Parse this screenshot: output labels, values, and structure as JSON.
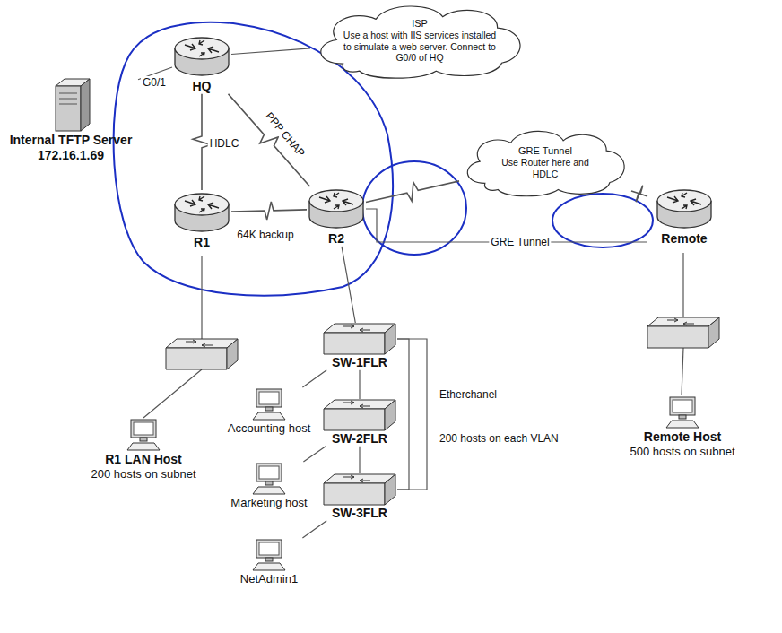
{
  "diagram": {
    "nodes": [
      {
        "text": [
          "Internal TFTP Server",
          "172.16.1.69"
        ]
      },
      {
        "text": [
          "HQ"
        ]
      },
      {
        "text": [
          "ISP",
          "Use a host with IIS services installed to simulate a web server. Connect to G0/0 of HQ"
        ]
      },
      {
        "text": [
          "R1"
        ]
      },
      {
        "text": [
          "R2"
        ]
      },
      {
        "text": [
          "GRE Tunnel",
          "Use Router here and HDLC"
        ]
      },
      {
        "text": [
          "Remote"
        ]
      },
      {
        "text": [
          "SW-1FLR"
        ]
      },
      {
        "text": [
          "SW-2FLR"
        ]
      },
      {
        "text": [
          "SW-3FLR"
        ]
      },
      {
        "text": [
          "Accounting host"
        ]
      },
      {
        "text": [
          "Marketing host"
        ]
      },
      {
        "text": [
          "NetAdmin1"
        ]
      },
      {
        "text": [
          "R1 LAN Host",
          "200 hosts on subnet"
        ]
      },
      {
        "text": [
          "Remote Host",
          "500 hosts on subnet"
        ]
      }
    ],
    "edges": [
      {
        "from": 0,
        "to": 1,
        "label": "G0/1",
        "arrow": "none"
      },
      {
        "from": 1,
        "to": 2,
        "arrow": "none"
      },
      {
        "from": 1,
        "to": 3,
        "label": "HDLC",
        "arrow": "none"
      },
      {
        "from": 1,
        "to": 4,
        "label": "PPP CHAP",
        "arrow": "none"
      },
      {
        "from": 3,
        "to": 4,
        "label": "64K backup",
        "arrow": "none"
      },
      {
        "from": 4,
        "to": 5,
        "arrow": "none"
      },
      {
        "from": 5,
        "to": 6,
        "arrow": "none"
      },
      {
        "from": 4,
        "to": 6,
        "label": "GRE Tunnel",
        "arrow": "none"
      },
      {
        "from": 4,
        "to": 7,
        "arrow": "none"
      },
      {
        "from": 7,
        "to": 8,
        "arrow": "none"
      },
      {
        "from": 8,
        "to": 9,
        "arrow": "none"
      },
      {
        "from": 7,
        "to": 9,
        "label": "Etherchanel",
        "arrow": "none"
      },
      {
        "from": 7,
        "to": 9,
        "arrow": "none"
      },
      {
        "from": 7,
        "to": 10,
        "arrow": "none"
      },
      {
        "from": 8,
        "to": 11,
        "arrow": "none"
      },
      {
        "from": 9,
        "to": 12,
        "arrow": "none"
      }
    ],
    "labels": [
      "200 hosts on each VLAN"
    ]
  }
}
